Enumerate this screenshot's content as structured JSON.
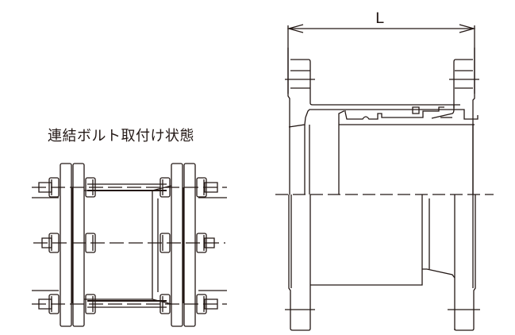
{
  "caption": {
    "text": "連結ボルト取付け状態"
  },
  "dimension": {
    "label": "L"
  },
  "colors": {
    "line": "#231815",
    "background": "#ffffff"
  },
  "views": [
    {
      "name": "bolted-assembly-view",
      "description": "Left: joint shown with connecting bolts installed (3 bolt rows, 4 flanges)"
    },
    {
      "name": "sectional-view",
      "description": "Right: half-section of flanged expansion joint with overall length L"
    }
  ]
}
